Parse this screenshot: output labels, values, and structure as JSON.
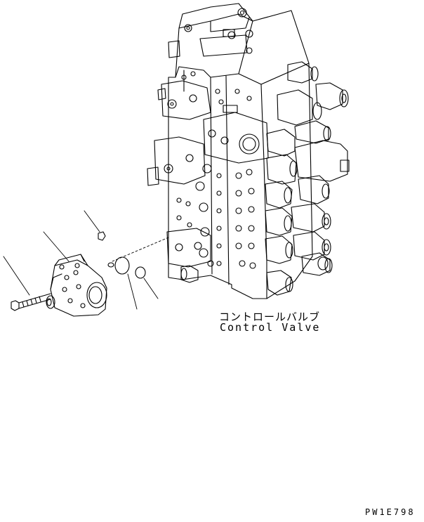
{
  "figure": {
    "part_label_jp": "コントロールバルブ",
    "part_label_en": "Control Valve",
    "code": "PW1E798"
  }
}
